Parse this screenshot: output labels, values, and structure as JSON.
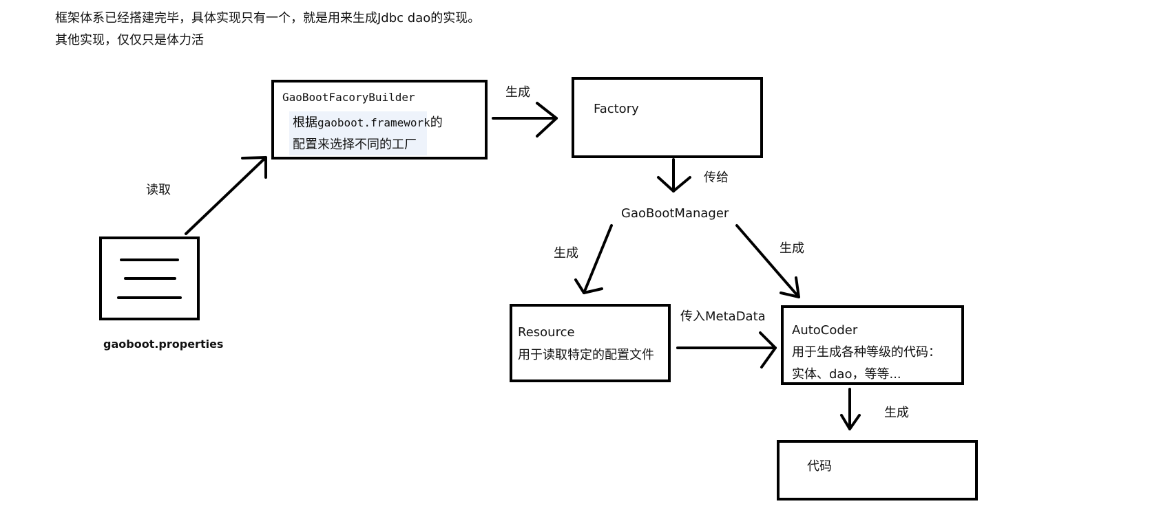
{
  "intro": {
    "line1": "框架体系已经搭建完毕，具体实现只有一个，就是用来生成Jdbc dao的实现。",
    "line2": "其他实现，仅仅只是体力活"
  },
  "nodes": {
    "properties_file": {
      "label": "gaoboot.properties",
      "icon": "document-lines-icon"
    },
    "builder": {
      "title": "GaoBootFacoryBuilder",
      "desc_line1_prefix": "根据",
      "desc_line1_code": "gaoboot.framework",
      "desc_line1_suffix": "的",
      "desc_line2": "配置来选择不同的工厂"
    },
    "factory": {
      "title": "Factory"
    },
    "manager": {
      "title": "GaoBootManager"
    },
    "resource": {
      "title": "Resource",
      "desc": "用于读取特定的配置文件"
    },
    "autocoder": {
      "title": "AutoCoder",
      "desc_line1": "用于生成各种等级的代码：",
      "desc_line2": "实体、dao，等等..."
    },
    "code": {
      "title": "代码"
    }
  },
  "edges": {
    "read": "读取",
    "builder_to_factory": "生成",
    "factory_to_manager": "传给",
    "manager_to_resource": "生成",
    "manager_to_autocoder": "生成",
    "resource_to_autocoder": "传入MetaData",
    "autocoder_to_code": "生成"
  }
}
